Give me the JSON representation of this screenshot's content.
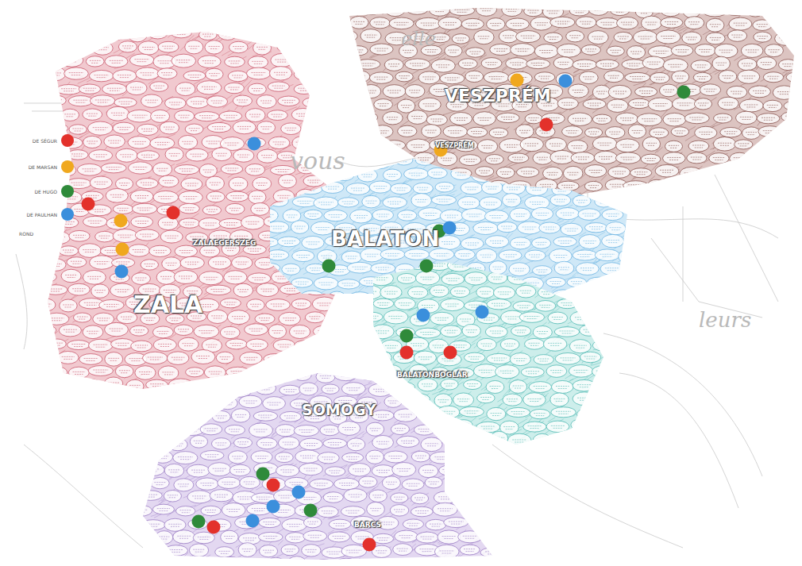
{
  "diagram": {
    "labels": [
      "VESZPRÉM",
      "VESZPRÉM",
      "BALATON",
      "ZALAEGERSZEG",
      "ZALA",
      "BALATONBOGLÁR",
      "SOMOGY",
      "BARCS",
      "ROND",
      "vous",
      "elle",
      "leurs"
    ],
    "legend": [
      {
        "text": "DE SÉGUR",
        "color": "#e3312b"
      },
      {
        "text": "DE MARSAN",
        "color": "#f0a81e"
      },
      {
        "text": "DE HUGO",
        "color": "#2f8a3a"
      },
      {
        "text": "DE PAULHAN",
        "color": "#3b8fdc"
      }
    ]
  }
}
